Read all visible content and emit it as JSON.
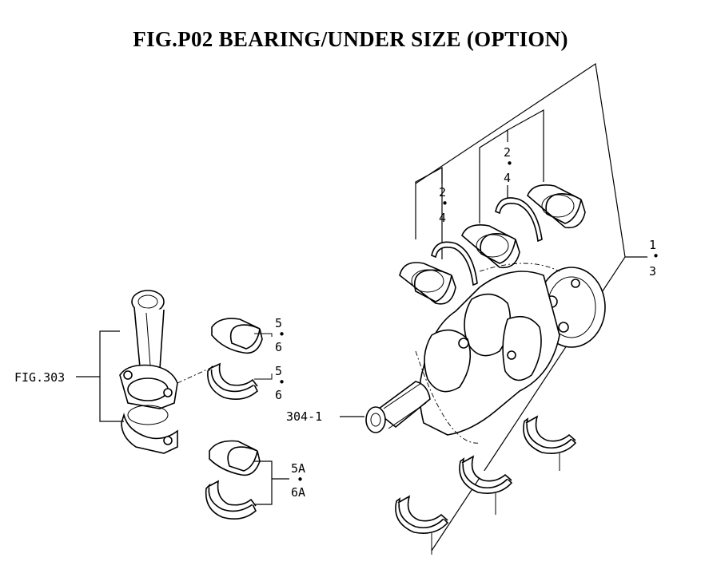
{
  "title": "FIG.P02  BEARING/UNDER SIZE (OPTION)",
  "labels": {
    "crank_group_top": "1",
    "crank_group_bottom": "3",
    "thrust_left_top": "2",
    "thrust_left_bottom": "4",
    "thrust_right_top": "2",
    "thrust_right_bottom": "4",
    "rod_upper_top": "5",
    "rod_upper_bottom": "6",
    "rod_mid_top": "5",
    "rod_mid_bottom": "6",
    "rod_under_top": "5A",
    "rod_under_bottom": "6A",
    "fig_ref": "FIG.303",
    "shaft_ref": "304-1"
  }
}
